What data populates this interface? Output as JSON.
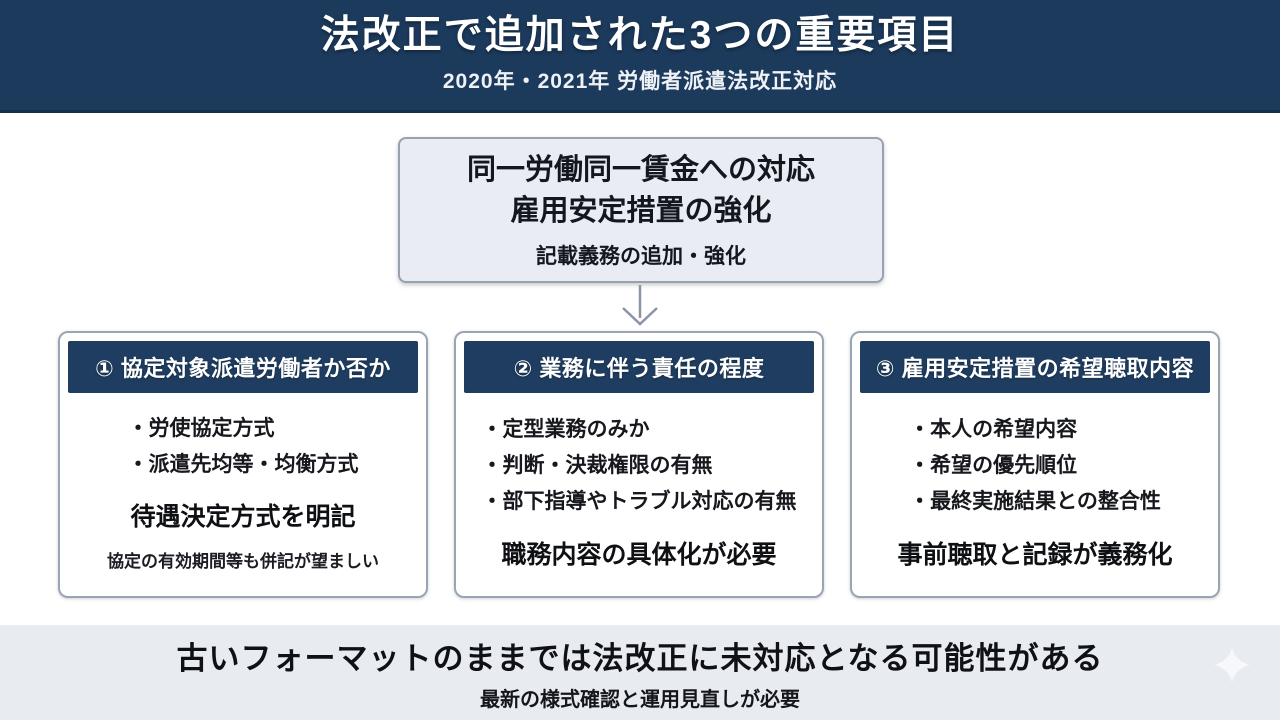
{
  "header": {
    "title": "法改正で追加された3つの重要項目",
    "subtitle": "2020年・2021年 労働者派遣法改正対応"
  },
  "summary_box": {
    "line1": "同一労働同一賃金への対応",
    "line2": "雇用安定措置の強化",
    "subtext": "記載義務の追加・強化"
  },
  "cards": [
    {
      "header": "① 協定対象派遣労働者か否か",
      "bullets": [
        "・労使協定方式",
        "・派遣先均等・均衡方式"
      ],
      "emphasis": "待遇決定方式を明記",
      "note": "協定の有効期間等も併記が望ましい"
    },
    {
      "header": "② 業務に伴う責任の程度",
      "bullets": [
        "・定型業務のみか",
        "・判断・決裁権限の有無",
        "・部下指導やトラブル対応の有無"
      ],
      "emphasis": "職務内容の具体化が必要"
    },
    {
      "header": "③ 雇用安定措置の希望聴取内容",
      "bullets": [
        "・本人の希望内容",
        "・希望の優先順位",
        "・最終実施結果との整合性"
      ],
      "emphasis": "事前聴取と記録が義務化"
    }
  ],
  "footer": {
    "headline": "古いフォーマットのままでは法改正に未対応となる可能性がある",
    "subline": "最新の様式確認と運用見直しが必要"
  },
  "icons": {
    "flow_arrow": "arrow-down-icon",
    "sparkle": "sparkle-icon"
  },
  "colors": {
    "header_bg": "#1c3a5c",
    "card_header_bg": "#1e3d60",
    "summary_box_bg": "#e9edf3",
    "summary_box_border": "#97a1af",
    "card_border": "#9aa5b4",
    "footer_bg": "#e8ebf0",
    "arrow_gray": "#8a95a5",
    "text_dark": "#16181d",
    "text_light": "#ffffff"
  }
}
